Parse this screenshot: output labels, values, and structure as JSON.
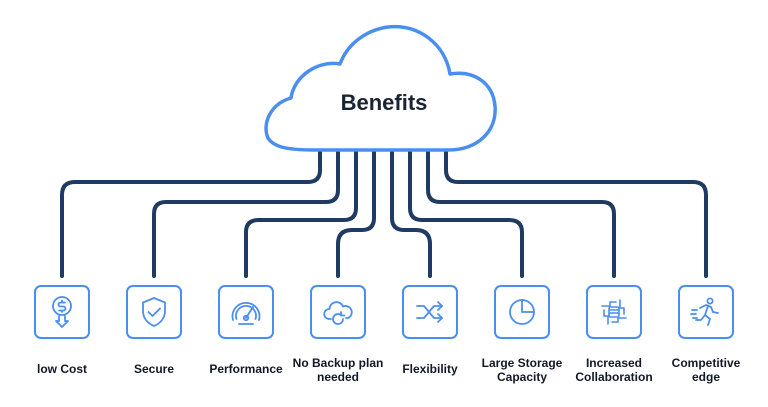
{
  "diagram": {
    "title": "Benefits",
    "colors": {
      "line": "#1f3a63",
      "accent": "#4a8ef0",
      "text": "#111827"
    },
    "benefits": [
      {
        "label": "low Cost",
        "icon": "dollar-coin-down-arrow-icon"
      },
      {
        "label": "Secure",
        "icon": "shield-check-icon"
      },
      {
        "label": "Performance",
        "icon": "speedometer-icon"
      },
      {
        "label": "No Backup plan needed",
        "icon": "cloud-refresh-icon"
      },
      {
        "label": "Flexibility",
        "icon": "shuffle-arrows-icon"
      },
      {
        "label": "Large Storage Capacity",
        "icon": "pie-chart-icon"
      },
      {
        "label": "Increased Collaboration",
        "icon": "hands-collaboration-icon"
      },
      {
        "label": "Competitive edge",
        "icon": "runner-icon"
      }
    ]
  }
}
